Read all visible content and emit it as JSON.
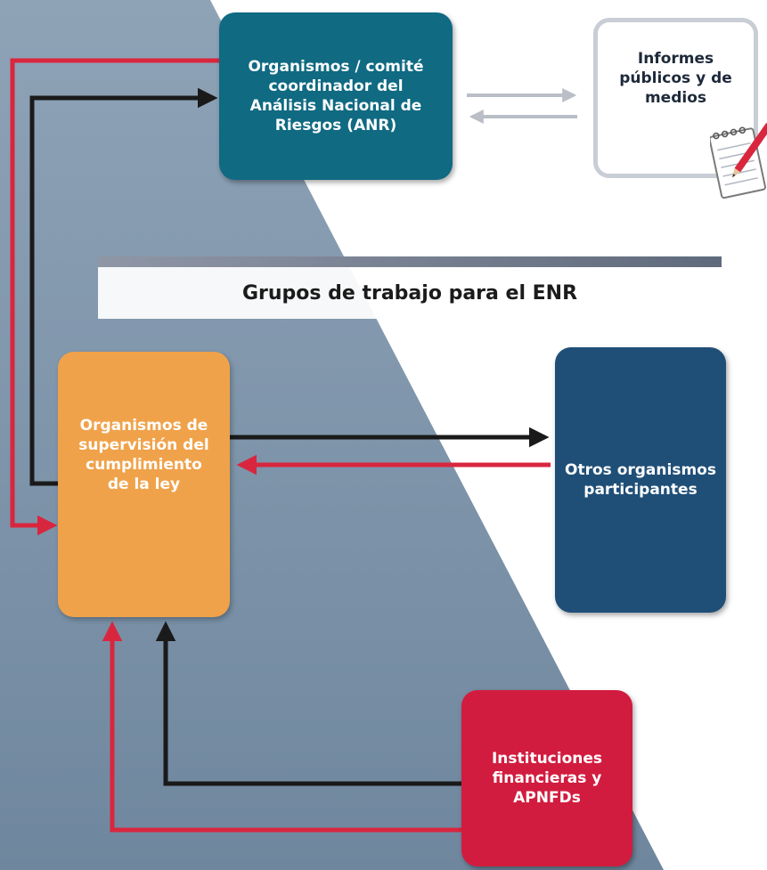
{
  "nodes": {
    "anr": {
      "label": "Organismos / comité\ncoordinador del\nAnálisis Nacional de\nRiesgos (ANR)",
      "color": "#0f6a82"
    },
    "informes": {
      "label": "Informes\npúblicos y de\nmedios",
      "color": "#ffffff"
    },
    "supervision": {
      "label": "Organismos de\nsupervisión del\ncumplimiento\nde la ley",
      "color": "#f0a24a"
    },
    "otros": {
      "label": "Otros organismos\nparticipantes",
      "color": "#1f4f77"
    },
    "instituciones": {
      "label": "Instituciones\nfinancieras y\nAPNFDs",
      "color": "#d21c3f"
    }
  },
  "banner": {
    "label": "Grupos de trabajo para el ENR"
  },
  "colors": {
    "red_arrow": "#d9263f",
    "black_arrow": "#1a1a1a",
    "grey_arrow": "#b9bec7",
    "background_dark": "#7d94aa",
    "background_light": "#ffffff"
  },
  "icons": {
    "notepad": "notepad-pencil-icon"
  }
}
